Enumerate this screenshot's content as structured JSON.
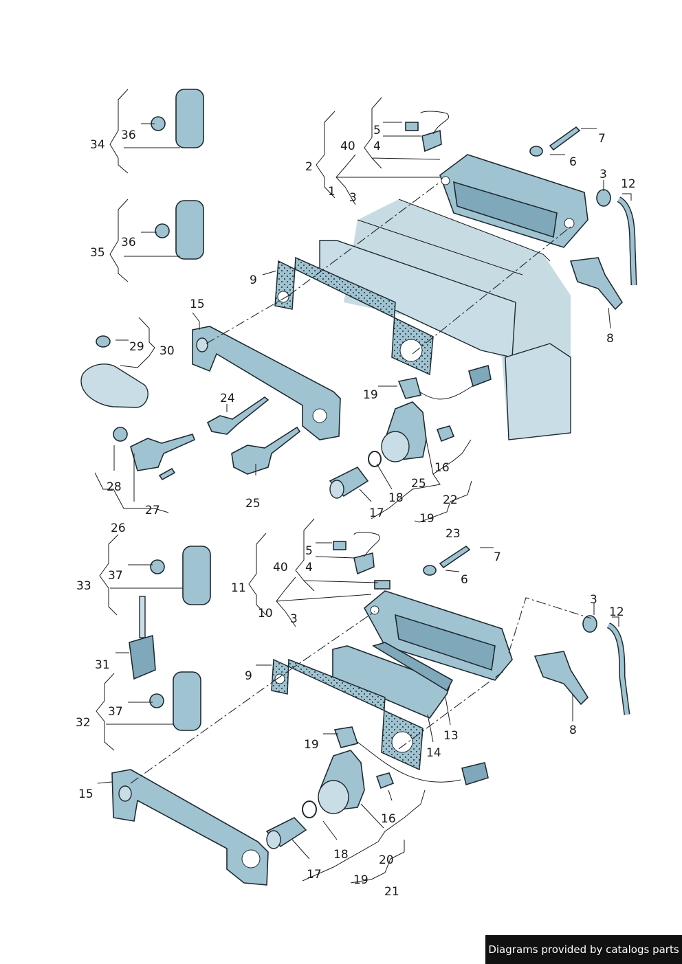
{
  "labels": {
    "l34": "34",
    "l36a": "36",
    "l35": "35",
    "l36b": "36",
    "l2": "2",
    "l40a": "40",
    "l1": "1",
    "l3a": "3",
    "l5a": "5",
    "l4a": "4",
    "l7a": "7",
    "l6a": "6",
    "l3b": "3",
    "l12a": "12",
    "l9a": "9",
    "l15a": "15",
    "l29": "29",
    "l30": "30",
    "l24": "24",
    "l19a": "19",
    "l8a": "8",
    "l16a": "16",
    "l25a": "25",
    "l28": "28",
    "l18a": "18",
    "l25b": "25",
    "l22": "22",
    "l27": "27",
    "l17a": "17",
    "l19b": "19",
    "l26": "26",
    "l23": "23",
    "l5b": "5",
    "l7b": "7",
    "l40b": "40",
    "l4b": "4",
    "l37a": "37",
    "l33": "33",
    "l6b": "6",
    "l11": "11",
    "l10": "10",
    "l3c": "3",
    "l3d": "3",
    "l12b": "12",
    "l31": "31",
    "l9b": "9",
    "l8b": "8",
    "l32": "32",
    "l37b": "37",
    "l13": "13",
    "l19c": "19",
    "l14": "14",
    "l15b": "15",
    "l16b": "16",
    "l18b": "18",
    "l20": "20",
    "l17b": "17",
    "l19d": "19",
    "l21": "21"
  },
  "credit": "Diagrams provided by catalogs parts",
  "colors": {
    "part": "#9fc3d1",
    "outline": "#1e2a30",
    "credit_bg": "#111111"
  }
}
